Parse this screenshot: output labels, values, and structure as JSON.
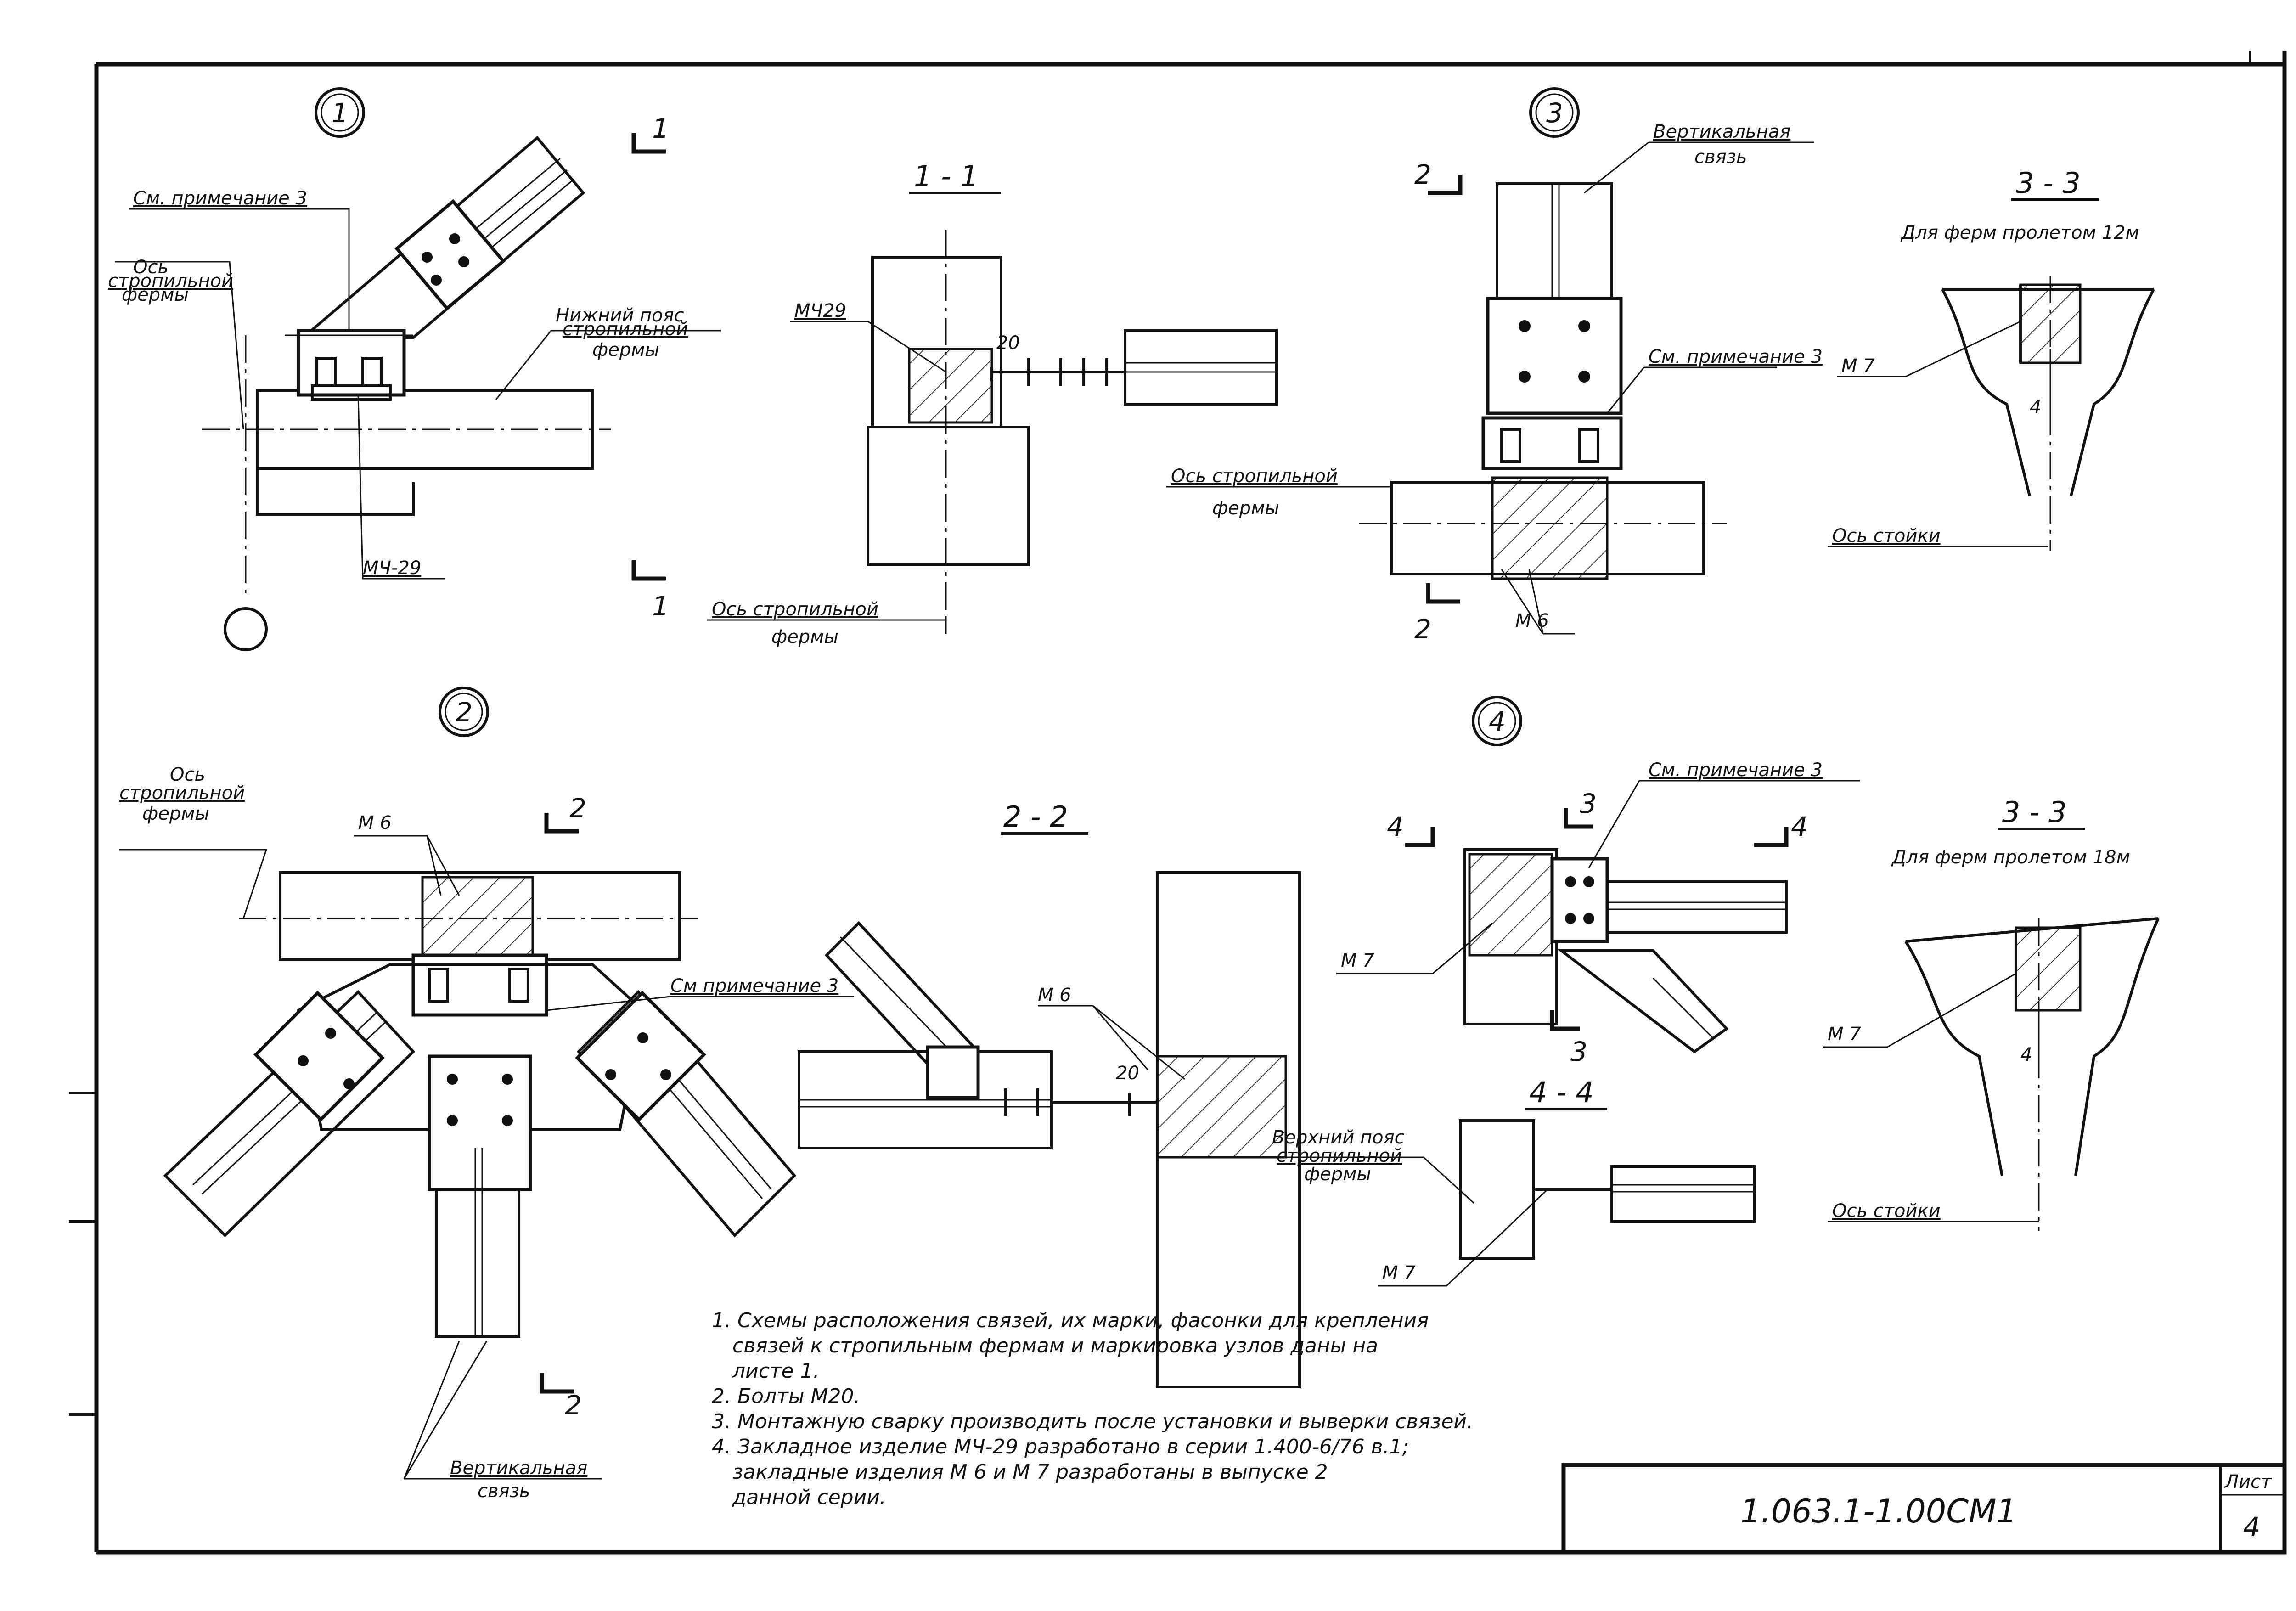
{
  "callouts": {
    "c1": "1",
    "c2": "2",
    "c3": "3",
    "c4": "4"
  },
  "sections": {
    "s11": "1 - 1",
    "s22": "2 - 2",
    "s33a": "3 - 3",
    "s33b": "3 - 3",
    "s44": "4 - 4",
    "span12": "Для ферм пролетом 12м",
    "span18": "Для ферм пролетом 18м"
  },
  "cut_marks": {
    "one": "1",
    "two": "2",
    "three": "3",
    "four": "4"
  },
  "labels": {
    "see_note_3": "См. примечание 3",
    "see_note_3_alt": "См примечание 3",
    "truss_axis_line1": "Ось",
    "truss_axis_line2": "стропильной",
    "truss_axis_line3": "фермы",
    "truss_axis_full": "Ось стропильной",
    "truss_word": "фермы",
    "lower_chord_line1": "Нижний пояс",
    "lower_chord_line2": "стропильной",
    "lower_chord_line3": "фермы",
    "upper_chord_line1": "Верхний пояс",
    "upper_chord_line2": "стропильной",
    "upper_chord_line3": "фермы",
    "vertical_brace_line1": "Вертикальная",
    "vertical_brace_line2": "связь",
    "mch29": "МЧ-29",
    "mch29_b": "МЧ29",
    "m6": "М 6",
    "m7": "М 7",
    "column_axis": "Ось стойки",
    "dim20": "20",
    "dim4": "4"
  },
  "notes": [
    "1. Схемы расположения связей, их марки, фасонки для крепления",
    "связей к стропильным фермам и маркировка узлов даны на",
    "листе 1.",
    "2. Болты М20.",
    "3. Монтажную сварку производить после установки и выверки связей.",
    "4. Закладное изделие МЧ-29 разработано в серии 1.400-6/76 в.1;",
    "закладные изделия М 6 и М 7 разработаны в выпуске 2",
    "данной серии."
  ],
  "title_block": {
    "code": "1.063.1-1.00СМ1",
    "sheet_label": "Лист",
    "sheet_number": "4"
  }
}
